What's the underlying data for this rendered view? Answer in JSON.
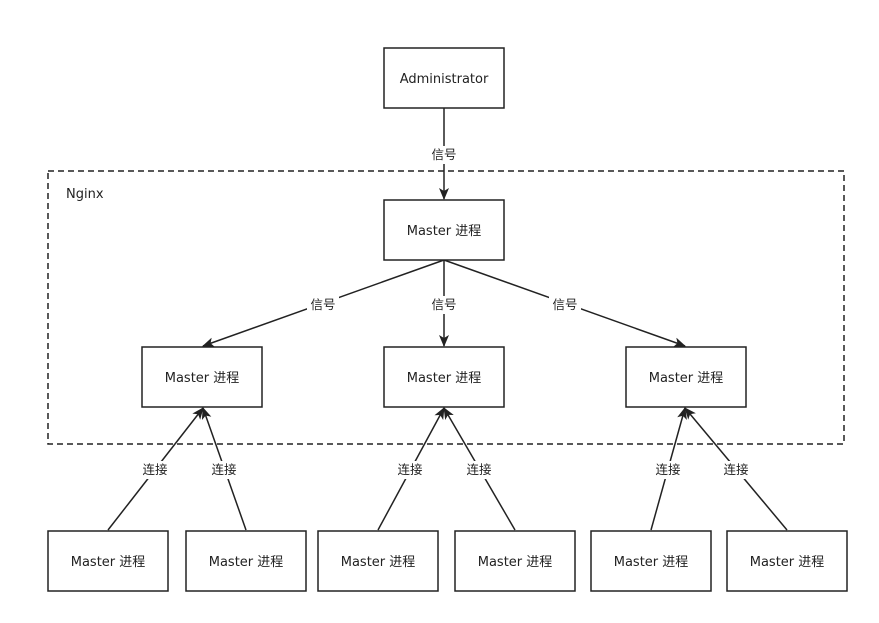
{
  "group": {
    "label": "Nginx"
  },
  "nodes": {
    "admin": "Administrator",
    "master": "Master 进程",
    "mid_left": "Master 进程",
    "mid_center": "Master 进程",
    "mid_right": "Master 进程",
    "bottom_1": "Master 进程",
    "bottom_2": "Master 进程",
    "bottom_3": "Master 进程",
    "bottom_4": "Master 进程",
    "bottom_5": "Master 进程",
    "bottom_6": "Master 进程"
  },
  "edges": {
    "admin_to_master": "信号",
    "master_to_left": "信号",
    "master_to_center": "信号",
    "master_to_right": "信号",
    "b1_to_left": "连接",
    "b2_to_left": "连接",
    "b3_to_center": "连接",
    "b4_to_center": "连接",
    "b5_to_right": "连接",
    "b6_to_right": "连接"
  }
}
